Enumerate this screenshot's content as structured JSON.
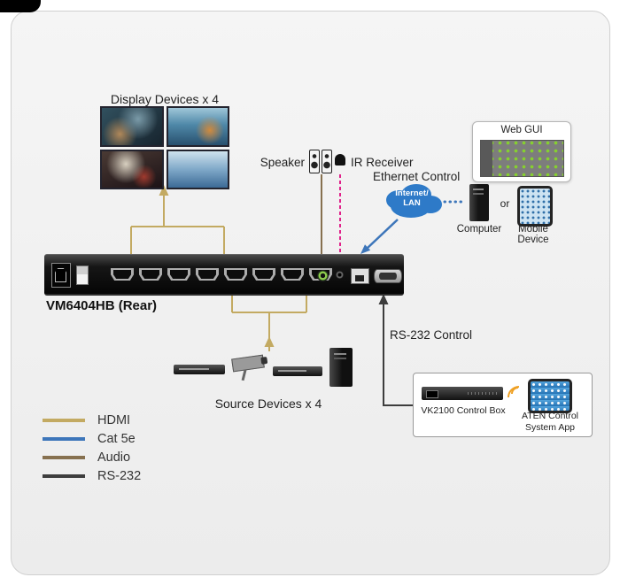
{
  "colors": {
    "hdmi": "#c3aa62",
    "cat5e": "#3d76ba",
    "audio": "#86704f",
    "rs232": "#3d3d3d",
    "ir": "#e0218a",
    "cloud": "#2e7ac8",
    "wifi": "#efa125"
  },
  "labels": {
    "display_devices": "Display Devices x 4",
    "source_devices": "Source Devices x 4",
    "device_name": "VM6404HB (Rear)",
    "speaker": "Speaker",
    "ir_receiver": "IR Receiver",
    "ethernet_control": "Ethernet Control",
    "rs232_control": "RS-232 Control",
    "web_gui": "Web GUI",
    "internet_lan": "Internet/\nLAN",
    "computer": "Computer",
    "or": "or",
    "mobile_device": "Mobile Device",
    "vk2100": "VK2100 Control Box",
    "aten_app": "ATEN Control\nSystem App"
  },
  "icons": {
    "video_wall": "video-wall-2x2",
    "speaker": "dual-speaker-shape",
    "ir_receiver": "ir-sensor-shape",
    "cloud": "cloud-shape",
    "computer": "tower-pc-shape",
    "mobile": "tablet-shape",
    "wifi": "wireless-arcs",
    "control_box": "rack-unit-shape"
  },
  "legend": [
    {
      "label": "HDMI",
      "color": "#c3aa62"
    },
    {
      "label": "Cat 5e",
      "color": "#3d76ba"
    },
    {
      "label": "Audio",
      "color": "#86704f"
    },
    {
      "label": "RS-232",
      "color": "#3d3d3d"
    }
  ]
}
